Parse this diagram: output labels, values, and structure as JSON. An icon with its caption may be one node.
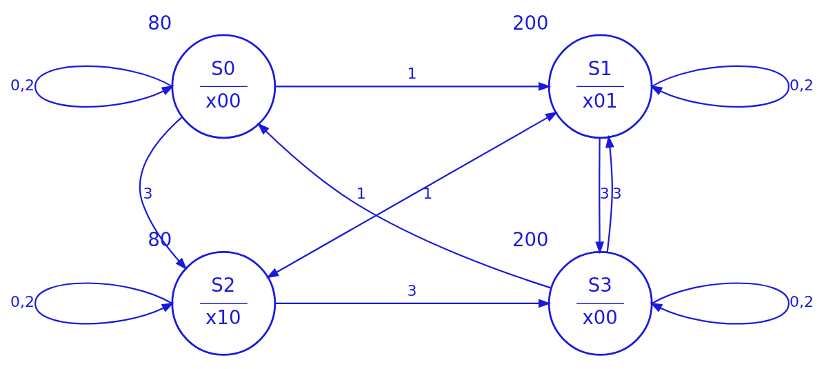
{
  "diagram": {
    "nodes": [
      {
        "text": [
          "S0",
          "x00"
        ],
        "beside": [
          "80"
        ]
      },
      {
        "text": [
          "S1",
          "x01"
        ],
        "beside": [
          "200"
        ]
      },
      {
        "text": [
          "S2",
          "x10"
        ],
        "beside": [
          "80"
        ]
      },
      {
        "text": [
          "S3",
          "x00"
        ],
        "beside": [
          "200"
        ]
      }
    ],
    "edges": [
      {
        "from": 0,
        "to": 0,
        "arrow": "to",
        "label": "0,2"
      },
      {
        "from": 0,
        "to": 1,
        "arrow": "to",
        "label": "1"
      },
      {
        "from": 0,
        "to": 2,
        "arrow": "to",
        "label": "3"
      },
      {
        "from": 1,
        "to": 1,
        "arrow": "to",
        "label": "0,2"
      },
      {
        "from": 1,
        "to": 3,
        "arrow": "to",
        "label": "3"
      },
      {
        "from": 1,
        "to": 2,
        "arrow": "both",
        "label": "1"
      },
      {
        "from": 2,
        "to": 2,
        "arrow": "to",
        "label": "0,2"
      },
      {
        "from": 2,
        "to": 3,
        "arrow": "to",
        "label": "3"
      },
      {
        "from": 3,
        "to": 1,
        "arrow": "to",
        "label": "3"
      },
      {
        "from": 3,
        "to": 0,
        "arrow": "to",
        "label": "1"
      },
      {
        "from": 3,
        "to": 3,
        "arrow": "to",
        "label": "0,2"
      }
    ]
  }
}
